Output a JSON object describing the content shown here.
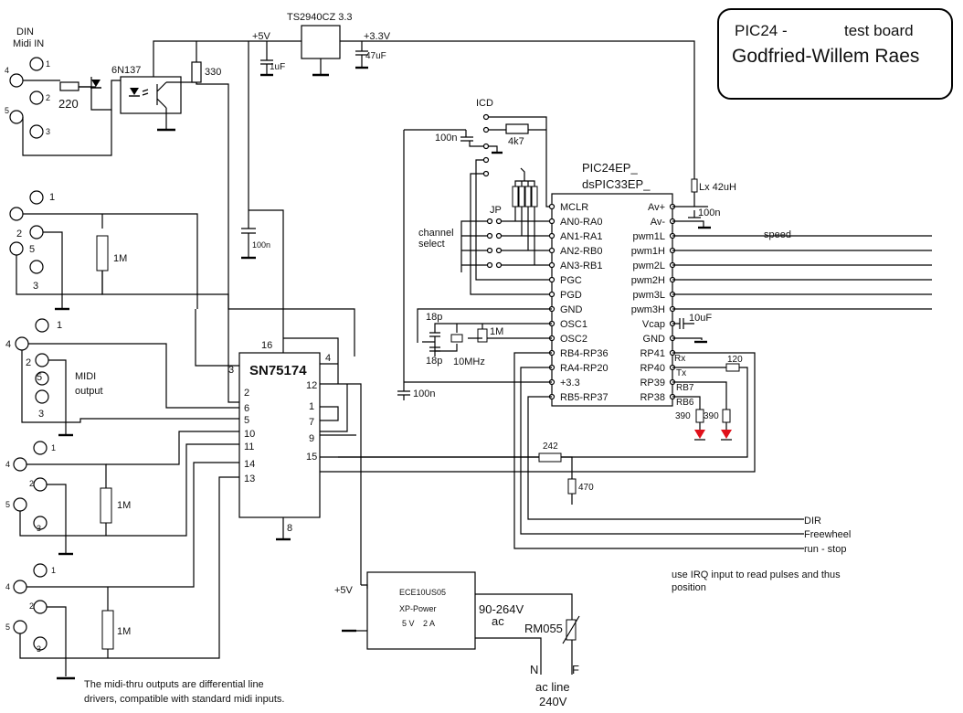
{
  "title": {
    "line1_left": "PIC24 -",
    "line1_right": "test board",
    "line2": "Godfried-Willem Raes"
  },
  "midi_in": {
    "label_line1": "DIN",
    "label_line2": "Midi IN",
    "pin4": "4",
    "pin5": "5",
    "pin1": "1",
    "pin2": "2",
    "pin3": "3",
    "resistor": "220",
    "optocoupler": "6N137",
    "pullup": "330"
  },
  "power_top": {
    "rail5": "+5V",
    "regulator": "TS2940CZ 3.3",
    "rail33": "+3.3V",
    "cap1": "1uF",
    "cap2": "47uF",
    "cap3": "100n"
  },
  "icd": {
    "label": "ICD",
    "cap": "100n",
    "resistor": "4k7",
    "jp": "JP",
    "channel_select_1": "channel",
    "channel_select_2": "select"
  },
  "mcu": {
    "name_line1": "PIC24EP_",
    "name_line2": "dsPIC33EP_",
    "left_pins": [
      "MCLR",
      "AN0-RA0",
      "AN1-RA1",
      "AN2-RB0",
      "AN3-RB1",
      "PGC",
      "PGD",
      "GND",
      "OSC1",
      "OSC2",
      "RB4-RP36",
      "RA4-RP20",
      "+3.3",
      "RB5-RP37"
    ],
    "right_pins": [
      "Av+",
      "Av-",
      "pwm1L",
      "pwm1H",
      "pwm2L",
      "pwm2H",
      "pwm3L",
      "pwm3H",
      "Vcap",
      "GND",
      "RP41",
      "RP40",
      "RP39",
      "RP38"
    ],
    "inductor": "Lx 42uH",
    "avcap": "100n",
    "vcap": "10uF",
    "speed": "speed",
    "rx": "Rx",
    "tx": "Tx",
    "rb7": "RB7",
    "rb6": "RB6",
    "r120": "120",
    "r390a": "390",
    "r390b": "390"
  },
  "osc": {
    "c1": "18p",
    "c2": "18p",
    "r1m": "1M",
    "xtal": "10MHz",
    "decoup": "100n"
  },
  "driver": {
    "name": "SN75174",
    "pin16": "16",
    "pin3": "3",
    "pin4": "4",
    "pin2": "2",
    "pin6": "6",
    "pin5": "5",
    "pin10": "10",
    "pin11": "11",
    "pin14": "14",
    "pin13": "13",
    "pin12": "12",
    "pin1": "1",
    "pin7": "7",
    "pin9": "9",
    "pin15": "15",
    "pin8": "8",
    "decoup": "100n"
  },
  "outputs": {
    "din1_pins": [
      "1",
      "2",
      "5",
      "3"
    ],
    "din1_r": "1M",
    "din2_pins": [
      "1",
      "4",
      "2",
      "5",
      "3"
    ],
    "din2_label_1": "MIDI",
    "din2_label_2": "output",
    "din3_pins": [
      "1",
      "4",
      "2",
      "5",
      "3"
    ],
    "din3_r": "1M",
    "din4_pins": [
      "1",
      "4",
      "2",
      "5",
      "3"
    ],
    "din4_r": "1M",
    "note_line1": "The midi-thru outputs are differential line",
    "note_line2": "drivers, compatible with standard midi inputs."
  },
  "control": {
    "r242": "242",
    "r470": "470",
    "dir": "DIR",
    "freewheel": "Freewheel",
    "runstop": "run - stop",
    "note_line1": "use IRQ input to read pulses and thus",
    "note_line2": "position"
  },
  "psu": {
    "plus5": "+5V",
    "model": "ECE10US05",
    "maker": "XP-Power",
    "rating_v": "5 V",
    "rating_a": "2 A",
    "input_v": "90-264V",
    "input_ac": "ac",
    "varistor": "RM055",
    "n": "N",
    "f": "F",
    "acline": "ac line",
    "mains": "240V"
  }
}
